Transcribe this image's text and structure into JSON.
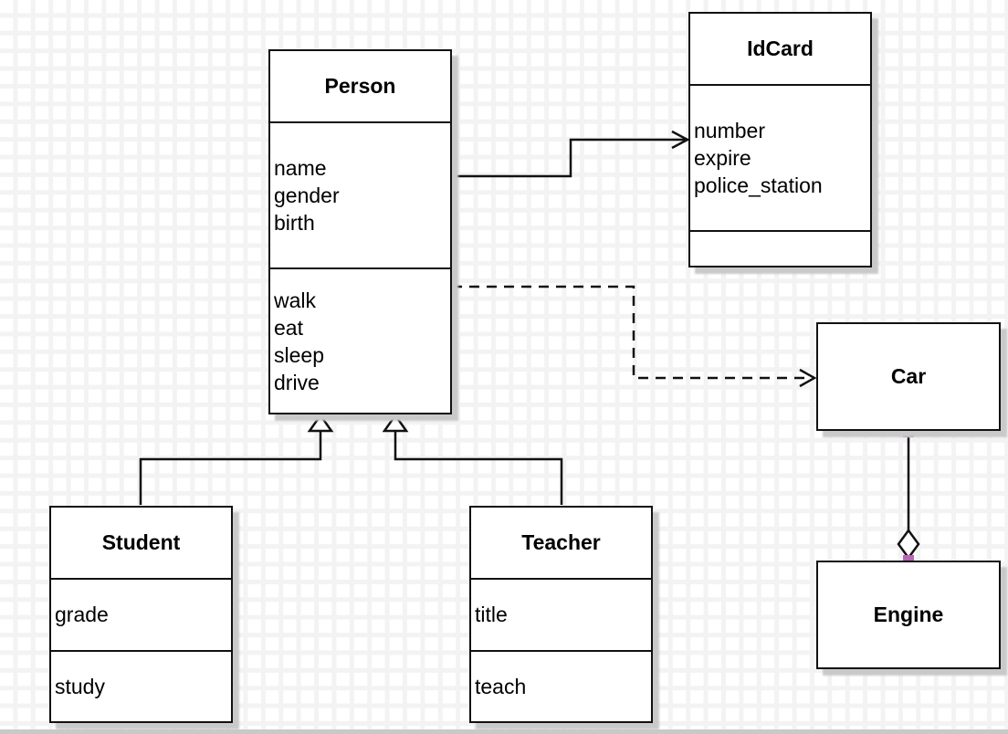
{
  "diagram": {
    "classes": {
      "person": {
        "title": "Person",
        "attributes": [
          "name",
          "gender",
          "birth"
        ],
        "methods": [
          "walk",
          "eat",
          "sleep",
          "drive"
        ]
      },
      "idcard": {
        "title": "IdCard",
        "attributes": [
          "number",
          "expire",
          "police_station"
        ],
        "methods": []
      },
      "car": {
        "title": "Car"
      },
      "engine": {
        "title": "Engine"
      },
      "student": {
        "title": "Student",
        "attributes": [
          "grade"
        ],
        "methods": [
          "study"
        ]
      },
      "teacher": {
        "title": "Teacher",
        "attributes": [
          "title"
        ],
        "methods": [
          "teach"
        ]
      }
    },
    "relationships": [
      {
        "type": "association",
        "from": "Person",
        "to": "IdCard",
        "line": "solid",
        "arrowhead": "open"
      },
      {
        "type": "dependency",
        "from": "Person",
        "to": "Car",
        "line": "dashed",
        "arrowhead": "open"
      },
      {
        "type": "generalization",
        "from": "Student",
        "to": "Person",
        "arrowhead": "hollow-triangle"
      },
      {
        "type": "generalization",
        "from": "Teacher",
        "to": "Person",
        "arrowhead": "hollow-triangle"
      },
      {
        "type": "aggregation",
        "from": "Car",
        "to": "Engine",
        "decoration": "hollow-diamond"
      }
    ],
    "colors": {
      "background": "#ffffff",
      "grid_line": "#f3f3f3",
      "box_border": "#111111",
      "line": "#111111",
      "shadow": "#c9c9c9",
      "connection_handle": "#b765b7"
    }
  }
}
